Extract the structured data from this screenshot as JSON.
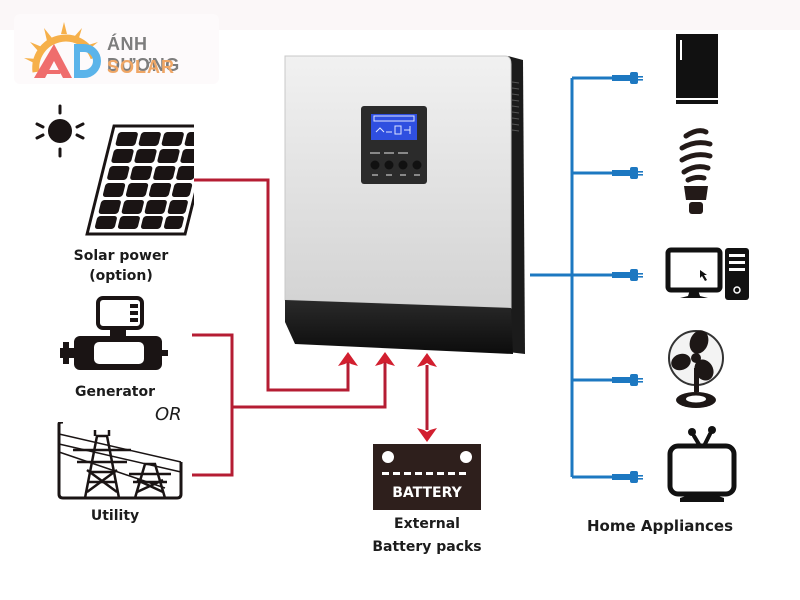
{
  "brand": {
    "name": "ÁNH DƯƠNG",
    "sub": "SOLAR",
    "colors": {
      "sun": "#f6b04a",
      "letter_a": "#ef6d6d",
      "letter_d": "#5bb4ea",
      "name": "#7d7d7d",
      "sub": "#f0a766"
    }
  },
  "sources": [
    {
      "id": "solar",
      "label_line1": "Solar power",
      "label_line2": "(option)",
      "icon": "solar-panel-icon"
    },
    {
      "id": "generator",
      "label": "Generator",
      "icon": "generator-icon"
    },
    {
      "id": "utility",
      "label": "Utility",
      "icon": "power-tower-icon"
    }
  ],
  "or_label": "OR",
  "inverter": {
    "icon": "hybrid-inverter",
    "lcd_color": "#2f4fe0"
  },
  "battery": {
    "badge": "BATTERY",
    "label_line1": "External",
    "label_line2": "Battery packs"
  },
  "loads": {
    "label": "Home Appliances",
    "items": [
      {
        "id": "fridge",
        "icon": "refrigerator-icon"
      },
      {
        "id": "bulb",
        "icon": "light-bulb-icon"
      },
      {
        "id": "computer",
        "icon": "computer-icon"
      },
      {
        "id": "fan",
        "icon": "fan-icon"
      },
      {
        "id": "tv",
        "icon": "tv-icon"
      }
    ]
  },
  "colors": {
    "dc_line": "#b51d33",
    "ac_line": "#1d78c1",
    "arrow": "#d21f2f"
  }
}
